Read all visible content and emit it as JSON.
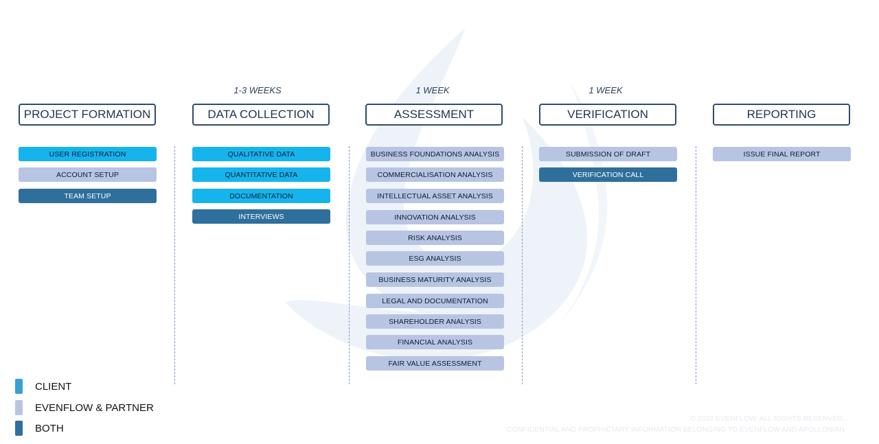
{
  "durations": {
    "data_collection": "1-3 WEEKS",
    "assessment": "1 WEEK",
    "verification": "1 WEEK"
  },
  "phases": {
    "project_formation": "PROJECT FORMATION",
    "data_collection": "DATA COLLECTION",
    "assessment": "ASSESSMENT",
    "verification": "VERIFICATION",
    "reporting": "REPORTING"
  },
  "tasks": {
    "project_formation": [
      "USER REGISTRATION",
      "ACCOUNT SETUP",
      "TEAM SETUP"
    ],
    "data_collection": [
      "QUALITATIVE DATA",
      "QUANTITATIVE DATA",
      "DOCUMENTATION",
      "INTERVIEWS"
    ],
    "assessment": [
      "BUSINESS FOUNDATIONS ANALYSIS",
      "COMMERCIALISATION ANALYSIS",
      "INTELLECTUAL ASSET ANALYSIS",
      "INNOVATION ANALYSIS",
      "RISK ANALYSIS",
      "ESG ANALYSIS",
      "BUSINESS MATURITY ANALYSIS",
      "LEGAL AND DOCUMENTATION",
      "SHAREHOLDER ANALYSIS",
      "FINANCIAL ANALYSIS",
      "FAIR VALUE ASSESSMENT"
    ],
    "verification": [
      "SUBMISSION OF DRAFT",
      "VERIFICATION CALL"
    ],
    "reporting": [
      "ISSUE FINAL REPORT"
    ]
  },
  "legend": {
    "client": "CLIENT",
    "partner": "EVENFLOW & PARTNER",
    "both": "BOTH"
  },
  "colors": {
    "client": "#16b4ec",
    "partner": "#b7c5e3",
    "both": "#2f6f9b",
    "border": "#2f4a6d"
  },
  "footer": {
    "copyright": "© 2022 EVENFLOW. ALL RIGHTS RESERVED.",
    "confidential": "CONFIDENTIAL AND PROPRIETARY INFORMATION BELONGING TO EVENFLOW AND APOLLONIAN"
  }
}
